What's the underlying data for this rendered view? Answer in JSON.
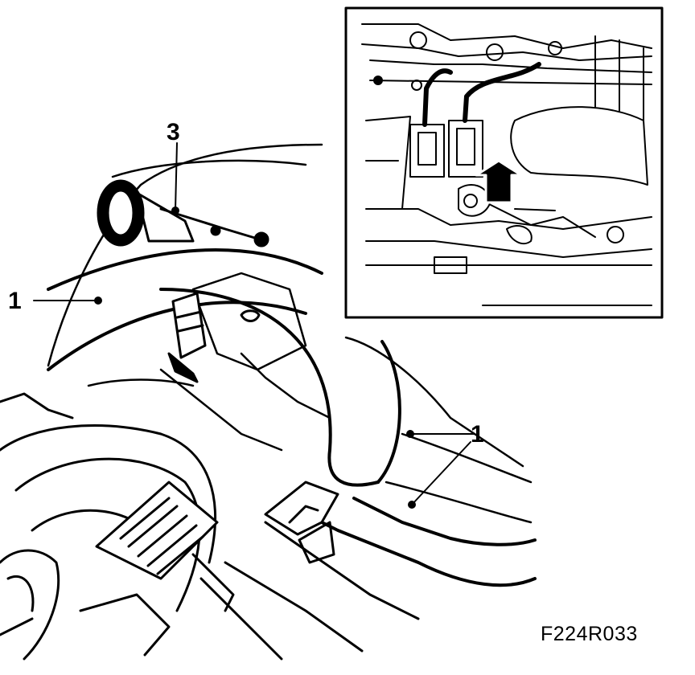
{
  "figure": {
    "code": "F224R033",
    "callouts": {
      "label_3": "3",
      "label_1_left": "1",
      "label_1_right": "1"
    },
    "inset_arrow": "up-arrow-icon",
    "line_color": "#000000",
    "background_color": "#ffffff"
  }
}
